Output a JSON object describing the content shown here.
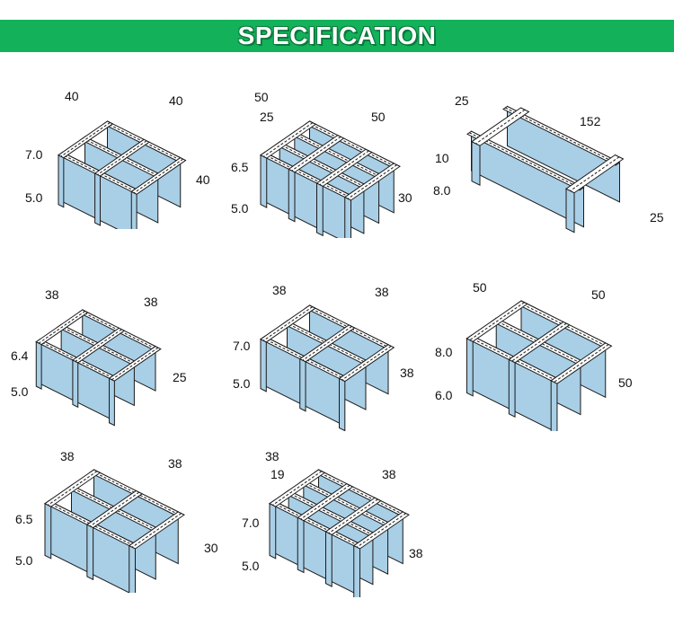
{
  "title": "SPECIFICATION",
  "colors": {
    "banner": "#12b15a",
    "bar_fill": "#a9cfe6",
    "bar_stroke": "#1a1a1a"
  },
  "gratings": [
    {
      "id": "g1",
      "mesh_x": "40",
      "mesh_y": "40",
      "height": "40",
      "top_thick": "7.0",
      "bottom_thick": "5.0"
    },
    {
      "id": "g2",
      "mesh_x": "50",
      "mesh_sub": "25",
      "mesh_y": "50",
      "height": "30",
      "top_thick": "6.5",
      "bottom_thick": "5.0"
    },
    {
      "id": "g3",
      "mesh_x": "25",
      "length": "152",
      "height": "25",
      "top_thick": "10",
      "bottom_thick": "8.0"
    },
    {
      "id": "g4",
      "mesh_x": "38",
      "mesh_y": "38",
      "height": "25",
      "top_thick": "6.4",
      "bottom_thick": "5.0"
    },
    {
      "id": "g5",
      "mesh_x": "38",
      "mesh_y": "38",
      "height": "38",
      "top_thick": "7.0",
      "bottom_thick": "5.0"
    },
    {
      "id": "g6",
      "mesh_x": "50",
      "mesh_y": "50",
      "height": "50",
      "top_thick": "8.0",
      "bottom_thick": "6.0"
    },
    {
      "id": "g7",
      "mesh_x": "38",
      "mesh_y": "38",
      "height": "30",
      "top_thick": "6.5",
      "bottom_thick": "5.0"
    },
    {
      "id": "g8",
      "mesh_x": "38",
      "mesh_sub": "19",
      "mesh_y": "38",
      "height": "38",
      "top_thick": "7.0",
      "bottom_thick": "5.0"
    }
  ]
}
